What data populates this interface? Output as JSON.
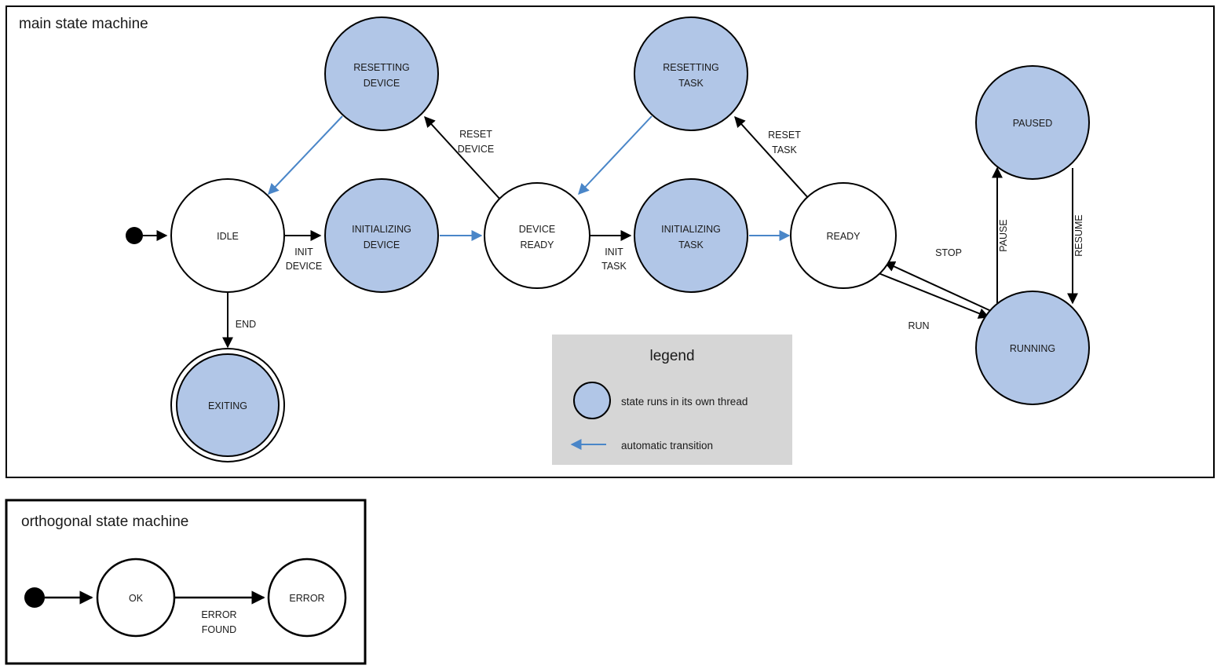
{
  "colors": {
    "thread_state_fill": "#b1c6e7",
    "plain_state_fill": "#ffffff",
    "stroke": "#000000",
    "auto_transition": "#4a86c8",
    "legend_bg": "#d6d6d6",
    "page_bg": "#ffffff"
  },
  "main_frame": {
    "title": "main state machine"
  },
  "orthogonal_frame": {
    "title": "orthogonal state machine"
  },
  "states": {
    "idle": "IDLE",
    "resetting_device_line1": "RESETTING",
    "resetting_device_line2": "DEVICE",
    "initializing_device_line1": "INITIALIZING",
    "initializing_device_line2": "DEVICE",
    "device_ready_line1": "DEVICE",
    "device_ready_line2": "READY",
    "resetting_task_line1": "RESETTING",
    "resetting_task_line2": "TASK",
    "initializing_task_line1": "INITIALIZING",
    "initializing_task_line2": "TASK",
    "ready": "READY",
    "paused": "PAUSED",
    "running": "RUNNING",
    "exiting": "EXITING",
    "ok": "OK",
    "error": "ERROR"
  },
  "transitions": {
    "init_device_line1": "INIT",
    "init_device_line2": "DEVICE",
    "reset_device_line1": "RESET",
    "reset_device_line2": "DEVICE",
    "init_task_line1": "INIT",
    "init_task_line2": "TASK",
    "reset_task_line1": "RESET",
    "reset_task_line2": "TASK",
    "end": "END",
    "run": "RUN",
    "stop": "STOP",
    "pause": "PAUSE",
    "resume": "RESUME",
    "error_found_line1": "ERROR",
    "error_found_line2": "FOUND"
  },
  "legend": {
    "title": "legend",
    "thread_item": "state runs in its own thread",
    "auto_item": "automatic transition"
  }
}
